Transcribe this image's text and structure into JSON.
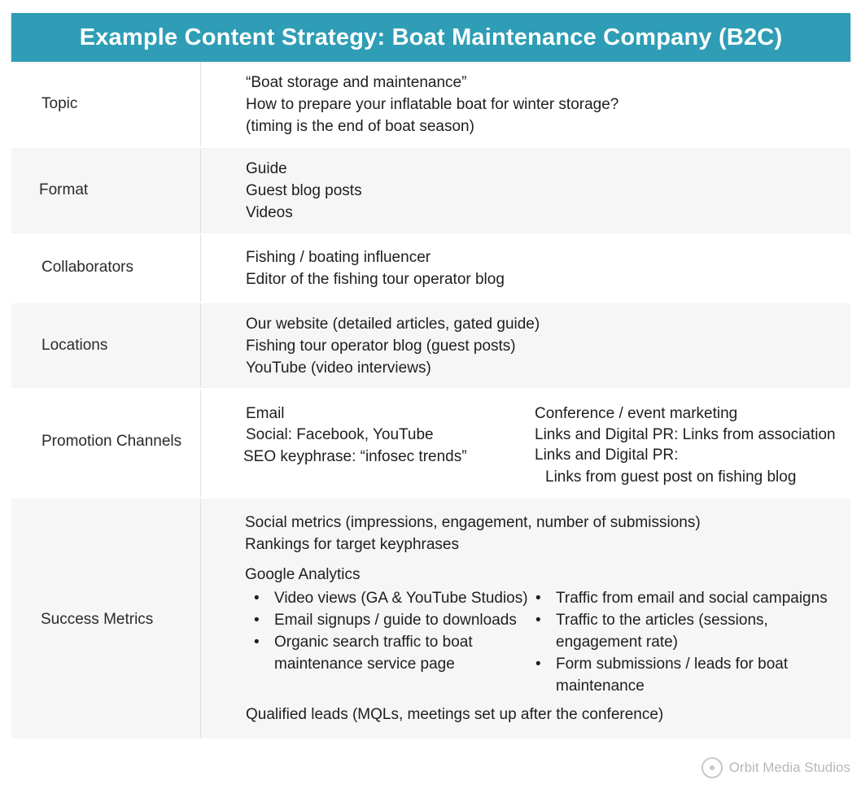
{
  "title": "Example Content Strategy: Boat Maintenance Company (B2C)",
  "rows": {
    "topic": {
      "label": "Topic",
      "lines": [
        "“Boat storage and maintenance”",
        "How to prepare your inflatable boat for winter storage?",
        "(timing is the end of boat season)"
      ]
    },
    "format": {
      "label": "Format",
      "lines": [
        "Guide",
        "Guest blog posts",
        "Videos"
      ]
    },
    "collaborators": {
      "label": "Collaborators",
      "lines": [
        "Fishing / boating influencer",
        "Editor of the fishing tour operator blog"
      ]
    },
    "locations": {
      "label": "Locations",
      "lines": [
        "Our website (detailed articles, gated guide)",
        "Fishing tour operator blog (guest posts)",
        "YouTube (video interviews)"
      ]
    },
    "promotion": {
      "label": "Promotion Channels",
      "left": [
        "Email",
        "Social: Facebook, YouTube",
        "SEO keyphrase: “infosec trends”"
      ],
      "right": [
        "Conference / event marketing",
        "Links and Digital PR: Links from association",
        "Links and Digital PR:",
        "Links from guest post on fishing blog"
      ]
    },
    "metrics": {
      "label": "Success Metrics",
      "intro": [
        "Social metrics (impressions, engagement, number of submissions)",
        "Rankings for target keyphrases"
      ],
      "ga_heading": "Google Analytics",
      "left_bullets": [
        "Video views (GA & YouTube Studios)",
        "Email signups / guide to downloads",
        "Organic search traffic to boat maintenance service page"
      ],
      "right_bullets": [
        "Traffic from email and social campaigns",
        "Traffic to the articles (sessions, engagement rate)",
        "Form submissions / leads for boat maintenance"
      ],
      "closing": "Qualified leads (MQLs, meetings set up after the conference)"
    }
  },
  "footer": {
    "brand": "Orbit Media Studios",
    "icon": "orbit-logo-icon"
  },
  "colors": {
    "banner": "#2e9db5",
    "row_alt": "#f6f6f6"
  }
}
